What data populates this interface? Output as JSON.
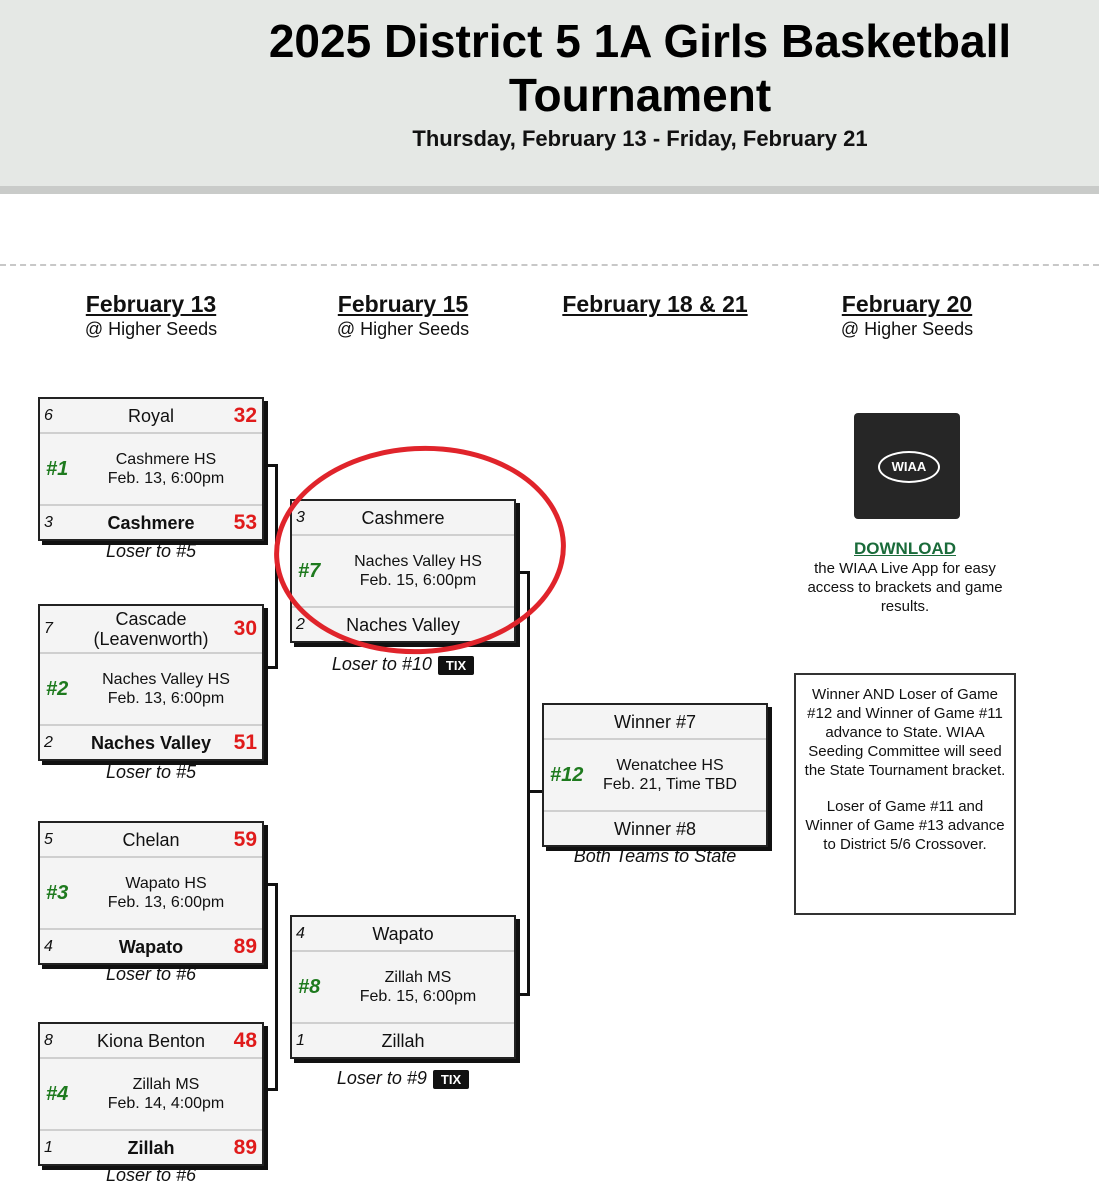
{
  "header": {
    "title": "2025 District 5 1A Girls Basketball Tournament",
    "dates": "Thursday, February 13 - Friday, February 21"
  },
  "columns": [
    {
      "date": "February 13",
      "sub": "@ Higher Seeds"
    },
    {
      "date": "February 15",
      "sub": "@ Higher Seeds"
    },
    {
      "date": "February 18 & 21",
      "sub": ""
    },
    {
      "date": "February 20",
      "sub": "@ Higher Seeds"
    }
  ],
  "games": {
    "g1": {
      "top_seed": "6",
      "top_team": "Royal",
      "top_score": "32",
      "num": "#1",
      "venue": "Cashmere HS",
      "time": "Feb. 13, 6:00pm",
      "bot_seed": "3",
      "bot_team": "Cashmere",
      "bot_score": "53",
      "note": "Loser to #5"
    },
    "g2": {
      "top_seed": "7",
      "top_team": "Cascade (Leavenworth)",
      "top_score": "30",
      "num": "#2",
      "venue": "Naches Valley HS",
      "time": "Feb. 13, 6:00pm",
      "bot_seed": "2",
      "bot_team": "Naches Valley",
      "bot_score": "51",
      "note": "Loser to #5"
    },
    "g3": {
      "top_seed": "5",
      "top_team": "Chelan",
      "top_score": "59",
      "num": "#3",
      "venue": "Wapato HS",
      "time": "Feb. 13, 6:00pm",
      "bot_seed": "4",
      "bot_team": "Wapato",
      "bot_score": "89",
      "note": "Loser to #6"
    },
    "g4": {
      "top_seed": "8",
      "top_team": "Kiona Benton",
      "top_score": "48",
      "num": "#4",
      "venue": "Zillah MS",
      "time": "Feb. 14, 4:00pm",
      "bot_seed": "1",
      "bot_team": "Zillah",
      "bot_score": "89",
      "note": "Loser to #6"
    },
    "g7": {
      "top_seed": "3",
      "top_team": "Cashmere",
      "num": "#7",
      "venue": "Naches Valley HS",
      "time": "Feb. 15, 6:00pm",
      "bot_seed": "2",
      "bot_team": "Naches Valley",
      "note": "Loser to #10"
    },
    "g8": {
      "top_seed": "4",
      "top_team": "Wapato",
      "num": "#8",
      "venue": "Zillah MS",
      "time": "Feb. 15, 6:00pm",
      "bot_seed": "1",
      "bot_team": "Zillah",
      "note": "Loser to #9"
    },
    "g12": {
      "top_team": "Winner #7",
      "num": "#12",
      "venue": "Wenatchee HS",
      "time": "Feb. 21, Time TBD",
      "bot_team": "Winner #8",
      "note": "Both Teams to State"
    }
  },
  "tix_label": "TIX",
  "app": {
    "logo": "WIAA",
    "download": "DOWNLOAD",
    "text": "the WIAA Live App for easy access to brackets and game results."
  },
  "note_box": {
    "p1": "Winner AND Loser of Game #12 and Winner of Game #11 advance to State. WIAA Seeding Committee will seed the State Tournament bracket.",
    "p2": "Loser of Game #11 and Winner of Game #13 advance to District 5/6 Crossover."
  },
  "colors": {
    "score": "#e01b1b",
    "game_number": "#1e7a1e",
    "annotation": "#e0242b",
    "download_link": "#1a6b3a"
  }
}
